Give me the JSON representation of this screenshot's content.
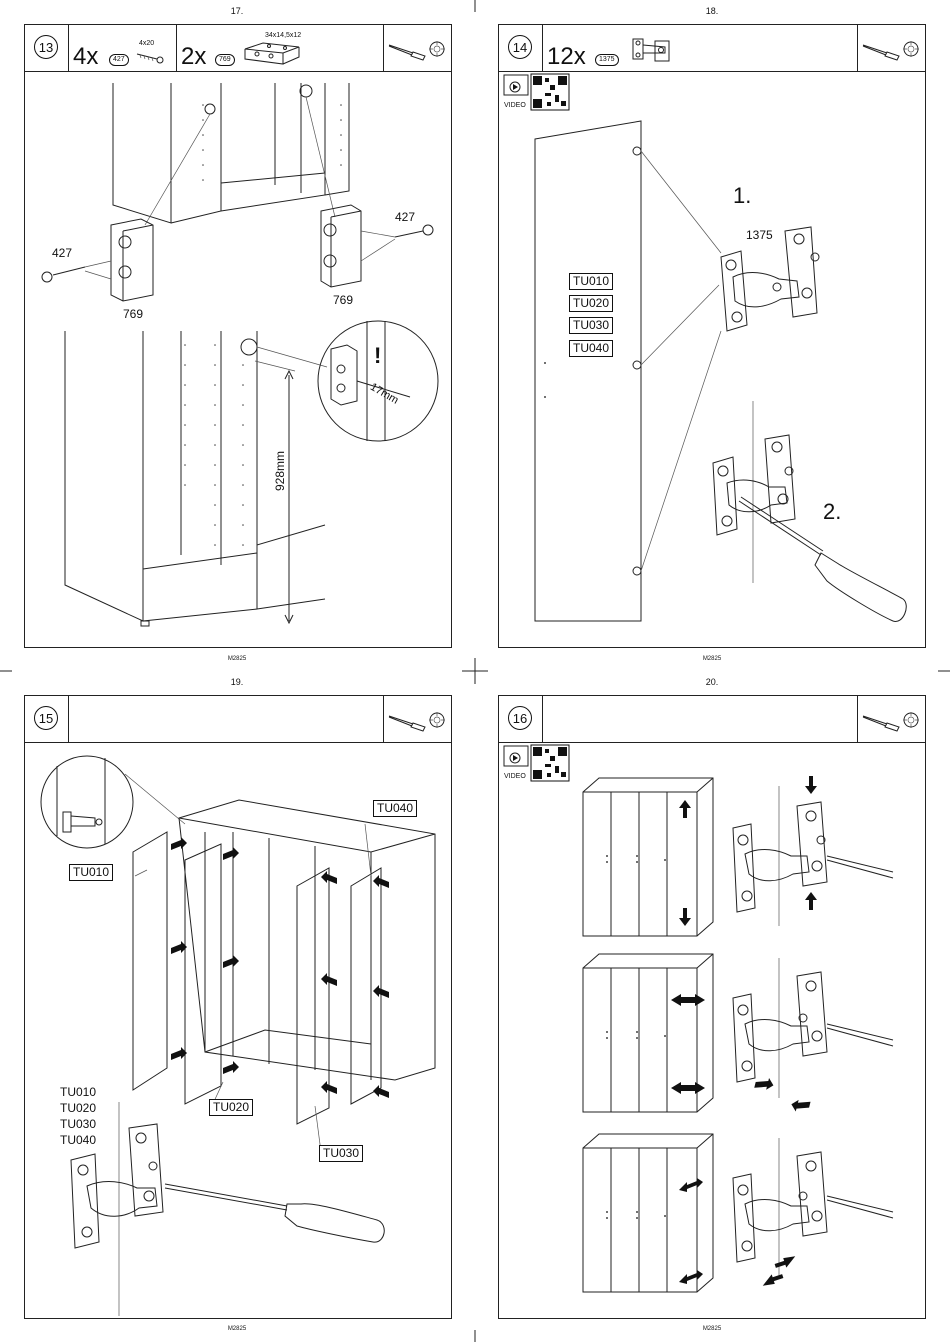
{
  "pages": [
    {
      "number": "17.",
      "code": "M2825",
      "step": "13",
      "items": [
        {
          "qty": "4x",
          "part": "427",
          "spec": "4x20"
        },
        {
          "qty": "2x",
          "part": "769",
          "spec": "34x14,5x12"
        }
      ],
      "labels": {
        "screw_a": "427",
        "screw_b": "427",
        "block_a": "769",
        "block_b": "769",
        "height": "928mm",
        "depth": "17mm",
        "warn": "!"
      }
    },
    {
      "number": "18.",
      "code": "M2825",
      "step": "14",
      "items": [
        {
          "qty": "12x",
          "part": "1375"
        }
      ],
      "video": "VIDEO",
      "labels": {
        "step_one": "1.",
        "step_two": "2.",
        "hinge_part": "1375"
      },
      "door_codes": [
        "TU010",
        "TU020",
        "TU030",
        "TU040"
      ]
    },
    {
      "number": "19.",
      "code": "M2825",
      "step": "15",
      "labels": {
        "tu010": "TU010",
        "tu020": "TU020",
        "tu030": "TU030",
        "tu040": "TU040"
      },
      "door_codes": [
        "TU010",
        "TU020",
        "TU030",
        "TU040"
      ]
    },
    {
      "number": "20.",
      "code": "M2825",
      "step": "16",
      "video": "VIDEO"
    }
  ]
}
